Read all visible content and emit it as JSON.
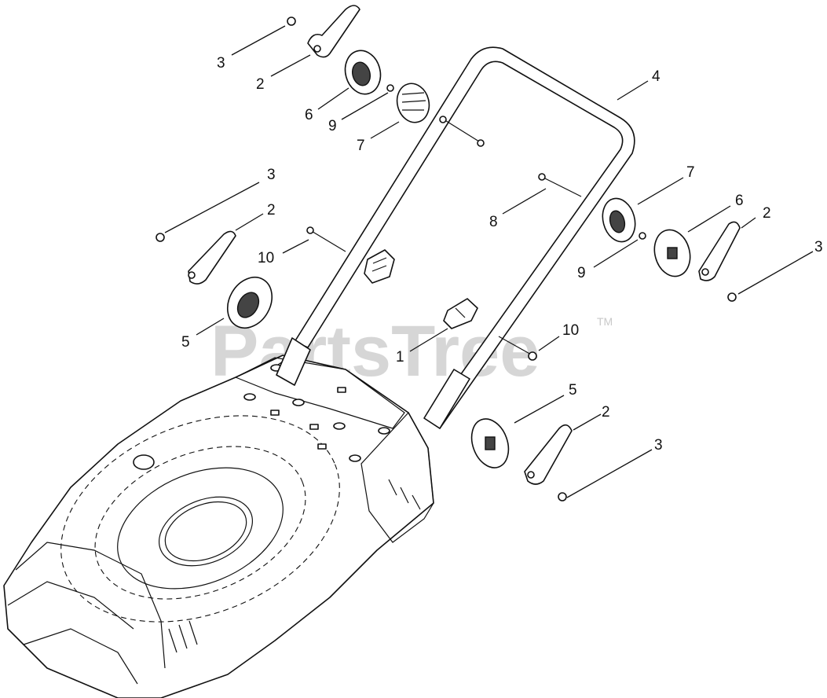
{
  "watermark": {
    "text": "PartsTree",
    "tm": "TM"
  },
  "callouts": [
    {
      "id": "c3a",
      "label": "3"
    },
    {
      "id": "c2a",
      "label": "2"
    },
    {
      "id": "c6a",
      "label": "6"
    },
    {
      "id": "c9a",
      "label": "9"
    },
    {
      "id": "c7a",
      "label": "7"
    },
    {
      "id": "c4",
      "label": "4"
    },
    {
      "id": "c3b",
      "label": "3"
    },
    {
      "id": "c2b",
      "label": "2"
    },
    {
      "id": "c10a",
      "label": "10"
    },
    {
      "id": "c5a",
      "label": "5"
    },
    {
      "id": "c7b",
      "label": "7"
    },
    {
      "id": "c8",
      "label": "8"
    },
    {
      "id": "c6b",
      "label": "6"
    },
    {
      "id": "c2c",
      "label": "2"
    },
    {
      "id": "c3c",
      "label": "3"
    },
    {
      "id": "c9b",
      "label": "9"
    },
    {
      "id": "c10b",
      "label": "10"
    },
    {
      "id": "c1",
      "label": "1"
    },
    {
      "id": "c5b",
      "label": "5"
    },
    {
      "id": "c2d",
      "label": "2"
    },
    {
      "id": "c3d",
      "label": "3"
    }
  ]
}
